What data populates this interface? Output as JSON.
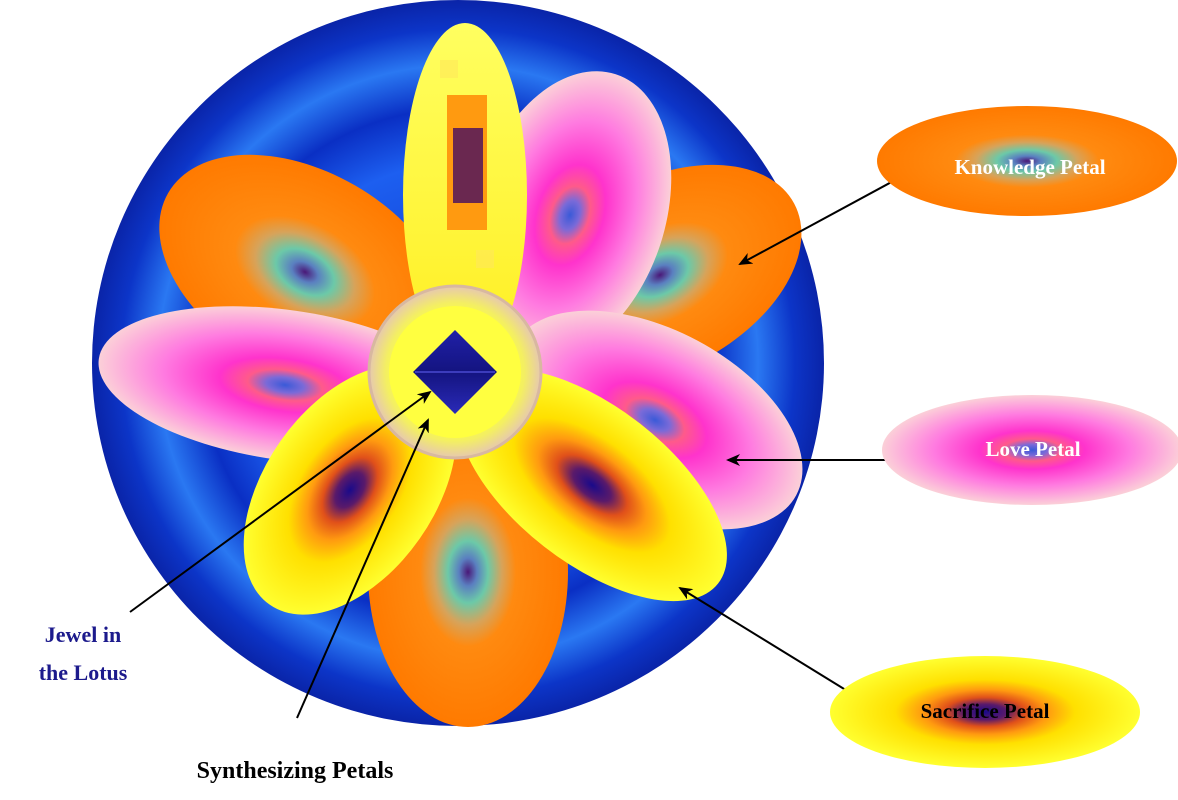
{
  "labels": {
    "knowledge": "Knowledge  Petal",
    "love": "Love Petal",
    "sacrifice": "Sacrifice Petal",
    "jewel_line1": "Jewel in",
    "jewel_line2": "the Lotus",
    "synthesizing": "Synthesizing Petals"
  },
  "colors": {
    "outer_disc": "#0a2fc4",
    "orange_petal": "#ff8000",
    "pink_petal": "#ff33cc",
    "yellow_petal": "#ffff00",
    "jewel": "#1a1a9a",
    "label_white": "#ffffff",
    "label_black": "#000000",
    "label_navy": "#1c1a8c"
  }
}
